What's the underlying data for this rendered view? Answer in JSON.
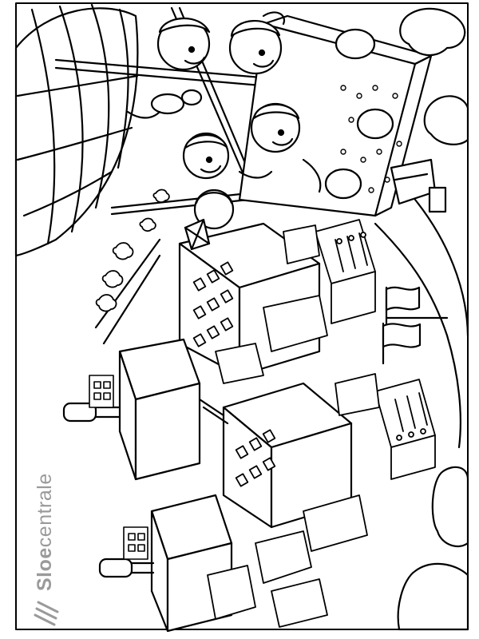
{
  "image": {
    "subject": "coloring-page",
    "line_color": "#000000",
    "paper_color": "#ffffff"
  },
  "brand": {
    "name_bold": "Sloe",
    "name_light": "centrale",
    "color": "#9a9a9a",
    "icon": "sloecentrale-logo-icon"
  }
}
